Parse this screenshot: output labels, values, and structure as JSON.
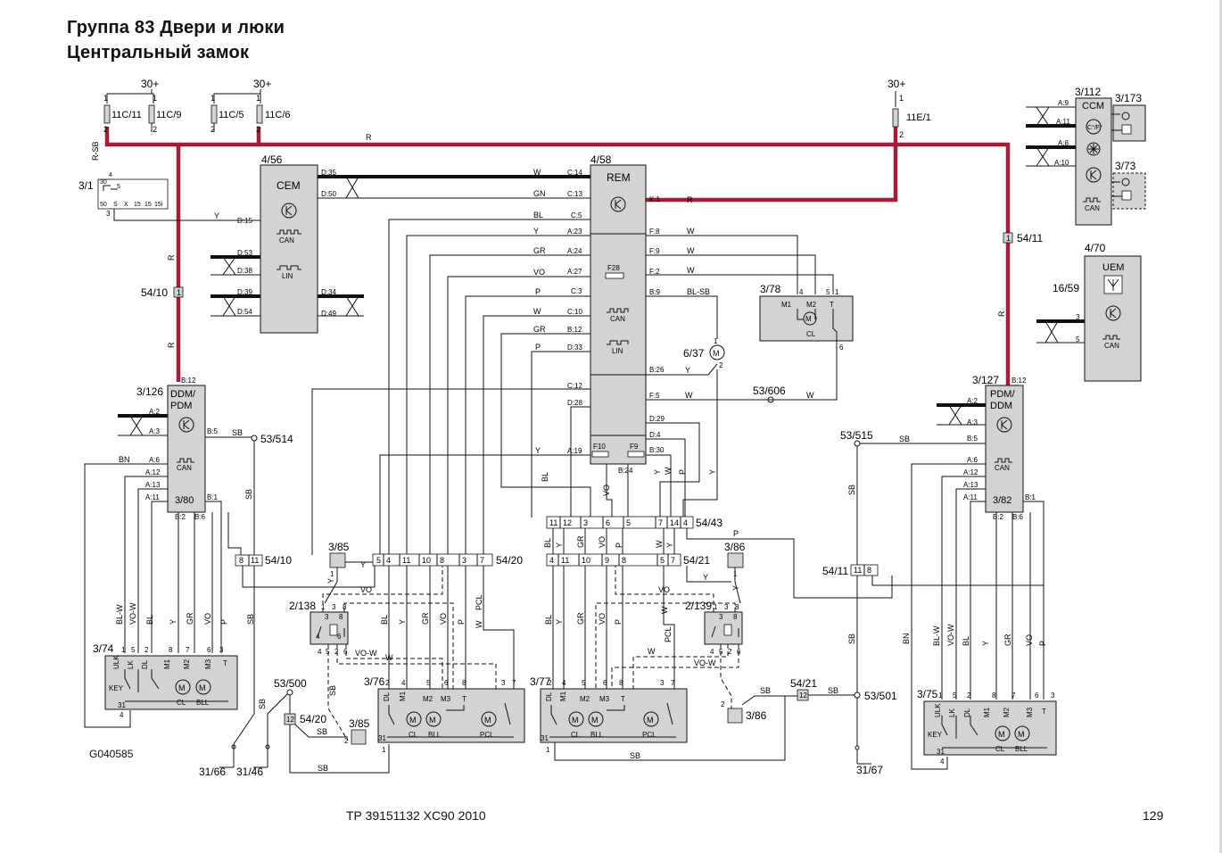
{
  "header": {
    "title_line1": "Группа 83 Двери и люки",
    "title_line2": "Центральный замок"
  },
  "footer": {
    "document": "TP 39151132 XC90 2010",
    "page_number": "129",
    "figure_code": "G040585"
  },
  "colors": {
    "power_wire": "#a31d3a",
    "module_fill": "#d3d3d3",
    "line": "#111111",
    "background": "#ffffff"
  },
  "supply": {
    "left_a": "30+",
    "left_b": "30+",
    "right": "30+"
  },
  "fuses": {
    "f11c11": "11C/11",
    "f11c9": "11C/9",
    "f11c5": "11C/5",
    "f11c6": "11C/6",
    "f11e1": "11E/1"
  },
  "modules": {
    "cem": {
      "ref": "4/56",
      "name": "CEM",
      "can": "CAN",
      "lin": "LIN",
      "pins_right": [
        "D:35",
        "D:50",
        "D:34",
        "D:49"
      ],
      "pins_left": [
        "D:15",
        "D:53",
        "D:38",
        "D:39",
        "D:54"
      ]
    },
    "rem": {
      "ref": "4/58",
      "name": "REM",
      "fuse_main": "F28",
      "can": "CAN",
      "lin": "LIN",
      "pins_left": [
        "C:14",
        "C:13",
        "C:5",
        "A:23",
        "A:24",
        "A:27",
        "C:3",
        "C:10",
        "B:12",
        "D:33",
        "C:12",
        "D:28",
        "A:19"
      ],
      "pins_right": [
        "K:1",
        "F:8",
        "F:9",
        "F:2",
        "B:9",
        "B:26",
        "F:5",
        "D:29",
        "D:4",
        "B:30"
      ],
      "fuse_a": "F10",
      "fuse_b": "F9",
      "pin_bottom": "B:24"
    },
    "ccm": {
      "ref": "3/112",
      "name": "CCM",
      "pins": [
        "A:9",
        "A:11",
        "A:8",
        "A:10"
      ],
      "can": "CAN"
    },
    "uem": {
      "ref": "4/70",
      "name": "UEM",
      "antenna_ref": "16/59",
      "pins": [
        "3",
        "5"
      ],
      "can": "CAN"
    },
    "ddm_left": {
      "ref": "3/126",
      "name_line1": "DDM/",
      "name_line2": "PDM",
      "sub_ref": "3/80",
      "pins": [
        "A:2",
        "A:3",
        "A:6",
        "A:12",
        "A:13",
        "A:11",
        "B:12",
        "B:5",
        "B:1",
        "B:2",
        "B:6"
      ],
      "can": "CAN"
    },
    "pdm_right": {
      "ref": "3/127",
      "name_line1": "PDM/",
      "name_line2": "DDM",
      "sub_ref": "3/82",
      "pins": [
        "A:2",
        "A:3",
        "A:6",
        "A:12",
        "A:13",
        "A:11",
        "B:12",
        "B:5",
        "B:1",
        "B:2",
        "B:6"
      ],
      "can": "CAN"
    }
  },
  "switch_module": {
    "ref": "3/1",
    "pins": [
      "30",
      "4",
      "3"
    ],
    "labels": [
      "50",
      "S",
      "X",
      "15",
      "15",
      "15i"
    ],
    "inner": "5"
  },
  "lock_motor_78": {
    "ref": "3/78",
    "labels": [
      "M1",
      "M2",
      "T",
      "CL"
    ],
    "pins": [
      "4",
      "5",
      "1",
      "6"
    ]
  },
  "motor_637": {
    "ref": "6/37",
    "pins": [
      "1",
      "2"
    ]
  },
  "door_left_front": {
    "ref": "3/74",
    "labels": [
      "ULK",
      "LK",
      "DL",
      "M1",
      "M2",
      "M3",
      "T",
      "KEY",
      "CL",
      "BLL",
      "31"
    ],
    "pins": [
      "1",
      "5",
      "2",
      "8",
      "7",
      "6",
      "3",
      "4"
    ]
  },
  "door_right_front": {
    "ref": "3/75",
    "labels": [
      "ULK",
      "LK",
      "DL",
      "M1",
      "M2",
      "M3",
      "T",
      "KEY",
      "CL",
      "BLL",
      "31"
    ],
    "pins": [
      "1",
      "5",
      "2",
      "8",
      "7",
      "6",
      "3",
      "4"
    ]
  },
  "door_left_rear": {
    "ref": "3/76",
    "labels": [
      "DL",
      "M1",
      "M2",
      "M3",
      "T",
      "CL",
      "BLL",
      "PCL",
      "31"
    ],
    "pins": [
      "2",
      "4",
      "5",
      "6",
      "8",
      "3",
      "7",
      "1"
    ]
  },
  "door_right_rear": {
    "ref": "3/77",
    "labels": [
      "DL",
      "M1",
      "M2",
      "M3",
      "T",
      "CL",
      "BLL",
      "PCL",
      "31"
    ],
    "pins": [
      "2",
      "4",
      "5",
      "6",
      "8",
      "3",
      "7",
      "1"
    ]
  },
  "child_lock": {
    "left": {
      "ref": "2/138",
      "pins_top": [
        "1",
        "3",
        "8"
      ],
      "pins_bottom": [
        "4",
        "5",
        "2",
        "6"
      ]
    },
    "right": {
      "ref": "2/139",
      "pins_top": [
        "1",
        "3",
        "8"
      ],
      "pins_bottom": [
        "4",
        "5",
        "2",
        "6"
      ]
    }
  },
  "switches": {
    "s385_top": {
      "ref": "3/85",
      "pin": "1"
    },
    "s386_top": {
      "ref": "3/86",
      "pin": "1"
    },
    "s385_bottom": {
      "ref": "3/85",
      "pin": "2"
    },
    "s386_bottom": {
      "ref": "3/86",
      "pin": "2"
    }
  },
  "connectors": {
    "c5410_top": "54/10",
    "c5410_bottom": "54/10",
    "c5410_bottom_pins": [
      "8",
      "11"
    ],
    "c5411_top": "54/11",
    "c5411_bottom": "54/11",
    "c5411_bottom_pins": [
      "11",
      "8"
    ],
    "c5420": "54/20",
    "c5420_pins": [
      "5",
      "4",
      "11",
      "10",
      "8",
      "3",
      "7"
    ],
    "c5421": "54/21",
    "c5421_pins": [
      "4",
      "11",
      "10",
      "9",
      "8",
      "5",
      "7"
    ],
    "c5443": "54/43",
    "c5443_pins": [
      "11",
      "12",
      "3",
      "6",
      "5",
      "7",
      "14",
      "4"
    ],
    "c5420_small": "54/20",
    "c5420_small_pin": "12",
    "c5421_small": "54/21",
    "c5421_small_pin": "12"
  },
  "splices": {
    "s53514": "53/514",
    "s53515": "53/515",
    "s53606": "53/606",
    "s53500": "53/500",
    "s53501": "53/501"
  },
  "grounds": {
    "g3166": "31/66",
    "g3146": "31/46",
    "g3167": "31/67"
  },
  "wire_colors": {
    "r": "R",
    "r_sb": "R-SB",
    "w": "W",
    "gn": "GN",
    "bl": "BL",
    "y": "Y",
    "gr": "GR",
    "vo": "VO",
    "p": "P",
    "bl_sb": "BL-SB",
    "sb": "SB",
    "bn": "BN",
    "bl_w": "BL-W",
    "vo_w": "VO-W",
    "pcl": "PCL"
  }
}
